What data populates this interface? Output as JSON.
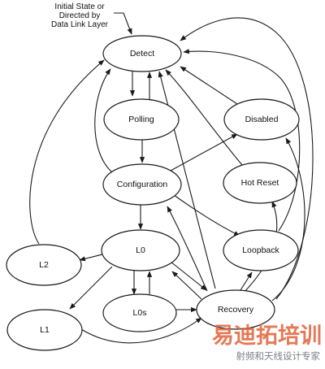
{
  "annotation": {
    "line1": "Initial State or",
    "line2": "Directed by",
    "line3": "Data Link Layer"
  },
  "states": {
    "detect": "Detect",
    "polling": "Polling",
    "disabled": "Disabled",
    "configuration": "Configuration",
    "hot_reset": "Hot Reset",
    "l0": "L0",
    "l2": "L2",
    "loopback": "Loopback",
    "l0s": "L0s",
    "recovery": "Recovery",
    "l1": "L1"
  },
  "watermark": {
    "brand": "易迪拓培训",
    "tagline": "射频和天线设计专家"
  }
}
